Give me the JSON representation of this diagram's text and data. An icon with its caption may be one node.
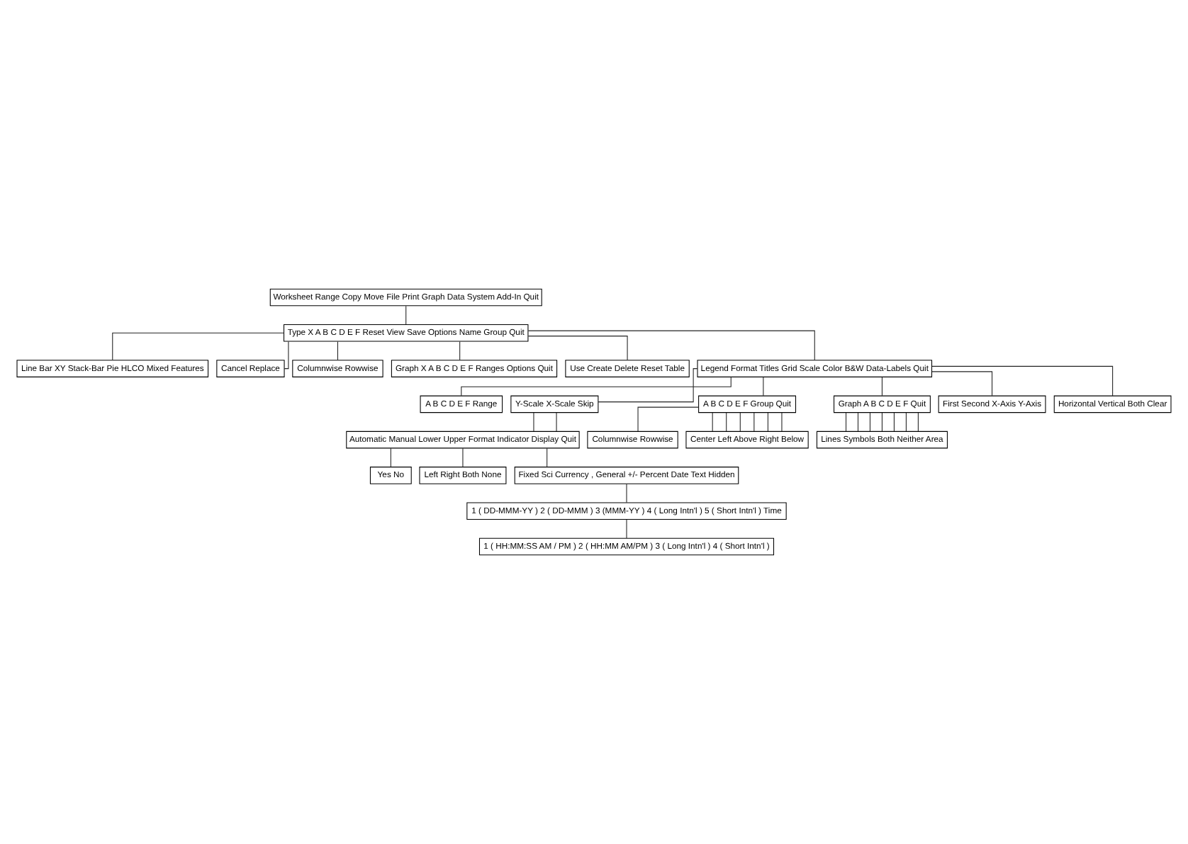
{
  "diagram": {
    "nodes": [
      {
        "text": [
          "Worksheet Range Copy Move File Print Graph Data System Add-In Quit"
        ]
      },
      {
        "text": [
          "Type X A B C D E F Reset View Save Options Name Group Quit"
        ]
      },
      {
        "text": [
          "Line Bar XY Stack-Bar Pie HLCO Mixed Features"
        ]
      },
      {
        "text": [
          "Cancel Replace"
        ]
      },
      {
        "text": [
          "Columnwise Rowwise"
        ]
      },
      {
        "text": [
          "Graph X A B C D E F Ranges Options Quit"
        ]
      },
      {
        "text": [
          "Use Create Delete Reset Table"
        ]
      },
      {
        "text": [
          "Legend Format Titles Grid Scale Color B&W Data-Labels Quit"
        ]
      },
      {
        "text": [
          "A B C D E F Range"
        ]
      },
      {
        "text": [
          "Y-Scale X-Scale Skip"
        ]
      },
      {
        "text": [
          "A B C D E F Group Quit"
        ]
      },
      {
        "text": [
          "Graph A B C D E F Quit"
        ]
      },
      {
        "text": [
          "Columnwise Rowwise"
        ]
      },
      {
        "text": [
          "Lines Symbols Both Neither Area"
        ]
      },
      {
        "text": [
          "Center Left Above Right Below"
        ]
      },
      {
        "text": [
          "First Second X-Axis Y-Axis"
        ]
      },
      {
        "text": [
          "Automatic Manual Lower Upper Format Indicator Display Quit"
        ]
      },
      {
        "text": [
          "Horizontal Vertical Both Clear"
        ]
      },
      {
        "text": [
          "Yes No"
        ]
      },
      {
        "text": [
          "Left Right Both None"
        ]
      },
      {
        "text": [
          "Fixed Sci Currency , General +/- Percent Date Text Hidden"
        ]
      },
      {
        "text": [
          "1 ( DD-MMM-YY ) 2 ( DD-MMM ) 3 (MMM-YY ) 4 ( Long Intn'l ) 5 ( Short Intn'l ) Time"
        ]
      },
      {
        "text": [
          "1 ( HH:MM:SS AM / PM ) 2 ( HH:MM AM/PM ) 3 ( Long Intn'l ) 4 ( Short Intn'l )"
        ]
      }
    ],
    "edges": [
      {
        "from": 0,
        "to": 1,
        "arrow": "none"
      },
      {
        "from": 1,
        "to": 2,
        "arrow": "none"
      },
      {
        "from": 1,
        "to": 5,
        "arrow": "none"
      },
      {
        "from": 1,
        "to": 3,
        "arrow": "none"
      },
      {
        "from": 1,
        "to": 7,
        "arrow": "none"
      },
      {
        "from": 1,
        "to": 6,
        "arrow": "none"
      },
      {
        "from": 1,
        "to": 4,
        "arrow": "none"
      },
      {
        "from": 7,
        "to": 8,
        "arrow": "none"
      },
      {
        "from": 7,
        "to": 11,
        "arrow": "none"
      },
      {
        "from": 7,
        "to": 15,
        "arrow": "none"
      },
      {
        "from": 7,
        "to": 17,
        "arrow": "none"
      },
      {
        "from": 7,
        "to": 9,
        "arrow": "none"
      },
      {
        "from": 7,
        "to": 10,
        "arrow": "none"
      },
      {
        "from": 11,
        "to": 13,
        "arrow": "none"
      },
      {
        "from": 11,
        "to": 13,
        "arrow": "none"
      },
      {
        "from": 11,
        "to": 13,
        "arrow": "none"
      },
      {
        "from": 11,
        "to": 13,
        "arrow": "none"
      },
      {
        "from": 11,
        "to": 13,
        "arrow": "none"
      },
      {
        "from": 11,
        "to": 13,
        "arrow": "none"
      },
      {
        "from": 11,
        "to": 13,
        "arrow": "none"
      },
      {
        "from": 9,
        "to": 16,
        "arrow": "none"
      },
      {
        "from": 9,
        "to": 16,
        "arrow": "none"
      },
      {
        "from": 10,
        "to": 14,
        "arrow": "none"
      },
      {
        "from": 10,
        "to": 14,
        "arrow": "none"
      },
      {
        "from": 10,
        "to": 14,
        "arrow": "none"
      },
      {
        "from": 10,
        "to": 14,
        "arrow": "none"
      },
      {
        "from": 10,
        "to": 14,
        "arrow": "none"
      },
      {
        "from": 10,
        "to": 14,
        "arrow": "none"
      },
      {
        "from": 10,
        "to": 12,
        "arrow": "none"
      },
      {
        "from": 16,
        "to": 20,
        "arrow": "none"
      },
      {
        "from": 16,
        "to": 18,
        "arrow": "none"
      },
      {
        "from": 16,
        "to": 19,
        "arrow": "none"
      },
      {
        "from": 20,
        "to": 21,
        "arrow": "none"
      },
      {
        "from": 21,
        "to": 22,
        "arrow": "none"
      }
    ]
  }
}
